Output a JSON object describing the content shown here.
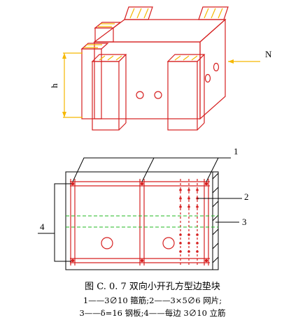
{
  "labels": {
    "n": "N",
    "h": "h",
    "one": "1",
    "two": "2",
    "three": "3",
    "four": "4"
  },
  "caption": {
    "title": "图 C. 0. 7   双向小开孔方型边垫块",
    "line1": "1——3∅10 箍筋;2——3×5∅6 网片;",
    "line2": "3——δ=16 钢板;4——每边 3∅10 立筋"
  },
  "colors": {
    "outline": "#d62020",
    "arrow": "#f5b800",
    "dashed": "#22b822",
    "leader": "#000000"
  }
}
